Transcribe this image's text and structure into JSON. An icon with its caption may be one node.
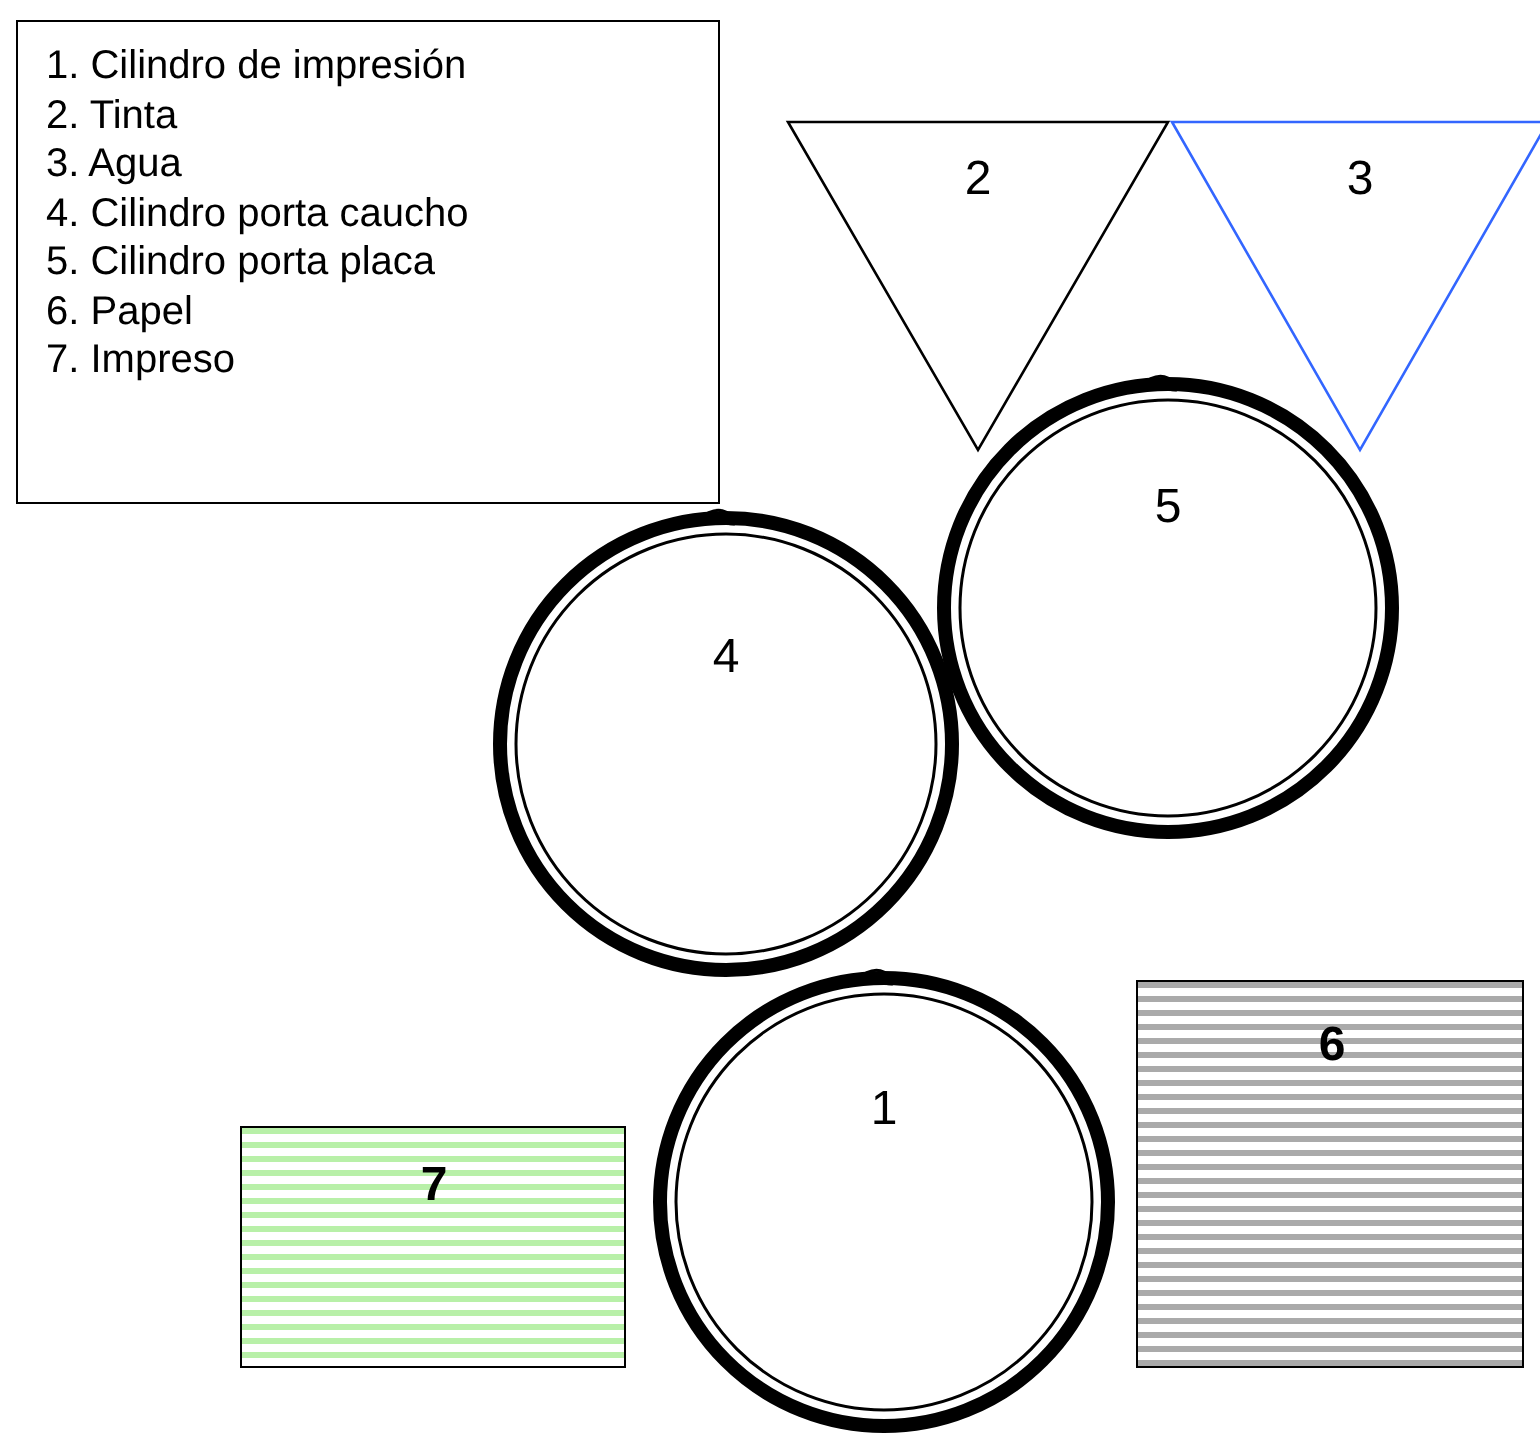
{
  "diagram": {
    "nodes": [
      {
        "text": [
          "1. Cilindro de impresión",
          "2. Tinta",
          "3. Agua",
          "4. Cilindro porta caucho",
          "5. Cilindro porta placa",
          "6. Papel",
          "7. Impreso"
        ]
      },
      {
        "text": [
          "2"
        ]
      },
      {
        "text": [
          "3"
        ]
      },
      {
        "text": [
          "5"
        ]
      },
      {
        "text": [
          "4"
        ]
      },
      {
        "text": [
          "6"
        ]
      },
      {
        "text": [
          "1"
        ]
      },
      {
        "text": [
          "7"
        ]
      }
    ],
    "edges": []
  }
}
